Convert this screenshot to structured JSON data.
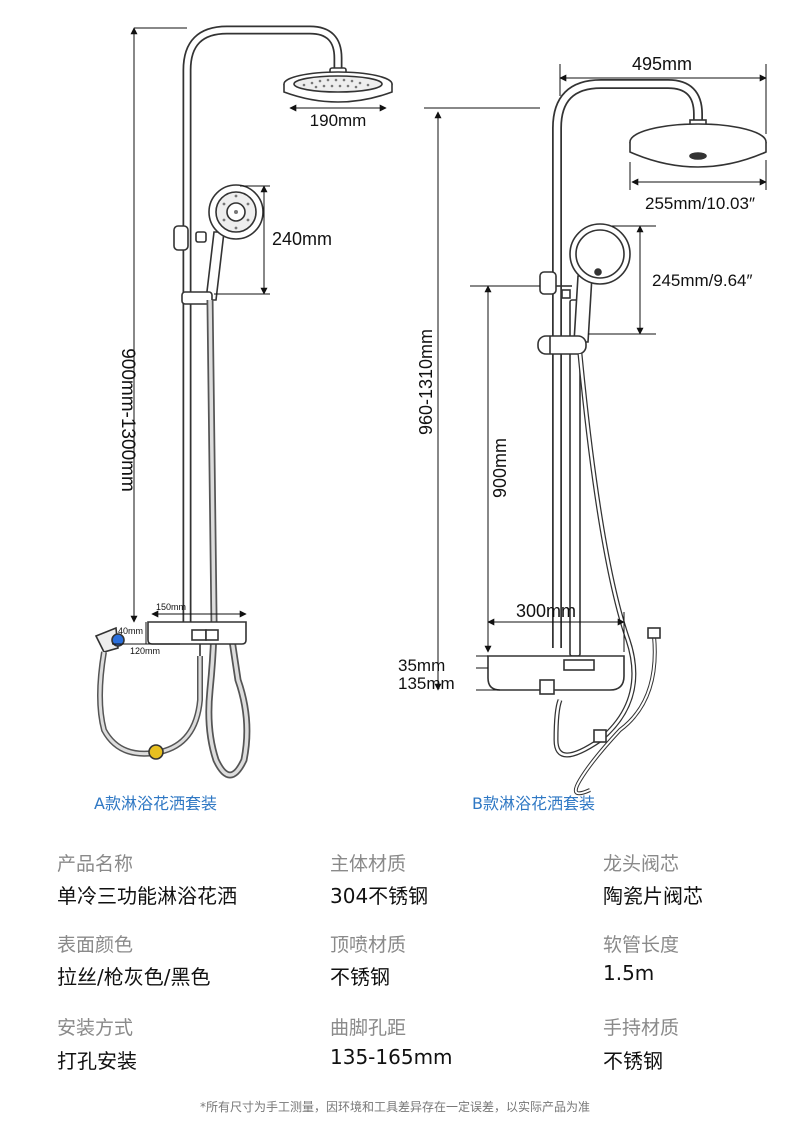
{
  "diagram": {
    "a": {
      "caption": "A款淋浴花洒套装",
      "dims": {
        "head_width": "190mm",
        "hand_height": "240mm",
        "total_height": "900mm-1300mm",
        "shelf_width": "150mm",
        "shelf_height": "40mm",
        "hole_distance": "120mm"
      }
    },
    "b": {
      "caption": "B款淋浴花洒套装",
      "dims": {
        "arm_reach": "495mm",
        "head_diameter": "255mm/10.03″",
        "hand_height": "245mm/9.64″",
        "total_height": "960-1310mm",
        "rail_height": "900mm",
        "shelf_width": "300mm",
        "shelf_thickness": "35mm",
        "shelf_depth": "135mm"
      }
    }
  },
  "specs": [
    {
      "label": "产品名称",
      "value": "单冷三功能淋浴花洒"
    },
    {
      "label": "主体材质",
      "value": "304不锈钢"
    },
    {
      "label": "龙头阀芯",
      "value": "陶瓷片阀芯"
    },
    {
      "label": "表面颜色",
      "value": "拉丝/枪灰色/黑色"
    },
    {
      "label": "顶喷材质",
      "value": "不锈钢"
    },
    {
      "label": "软管长度",
      "value": "1.5m"
    },
    {
      "label": "安装方式",
      "value": "打孔安装"
    },
    {
      "label": "曲脚孔距",
      "value": "135-165mm"
    },
    {
      "label": "手持材质",
      "value": "不锈钢"
    }
  ],
  "footnote": "*所有尺寸为手工测量，因环境和工具差异存在一定误差，以实际产品为准",
  "colors": {
    "caption": "#2f78c4",
    "label": "#8a8a8a",
    "value": "#111111",
    "outline": "#333333",
    "valve_blue": "#2a6fdc",
    "valve_yellow": "#e8c020"
  }
}
